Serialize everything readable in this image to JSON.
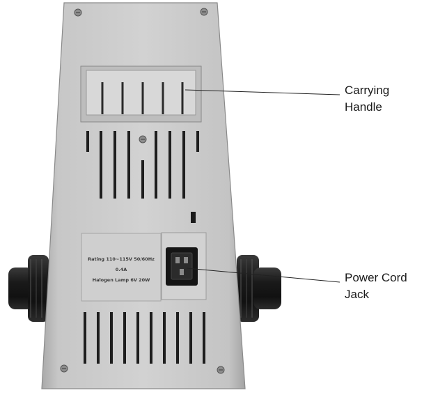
{
  "callouts": {
    "carrying_handle": {
      "line1": "Carrying",
      "line2": "Handle"
    },
    "power_cord_jack": {
      "line1": "Power Cord",
      "line2": "Jack"
    }
  },
  "rating_label": {
    "line1": "Rating  110~115V 50/60Hz",
    "line2": "0.4A",
    "line3": "Halogen Lamp 6V 20W"
  },
  "colors": {
    "housing": "#c9c9c9",
    "panel": "#d6d6d6",
    "slot": "#1e1e1e",
    "knob": "#1c1c1c",
    "leader_line": "#222222"
  }
}
